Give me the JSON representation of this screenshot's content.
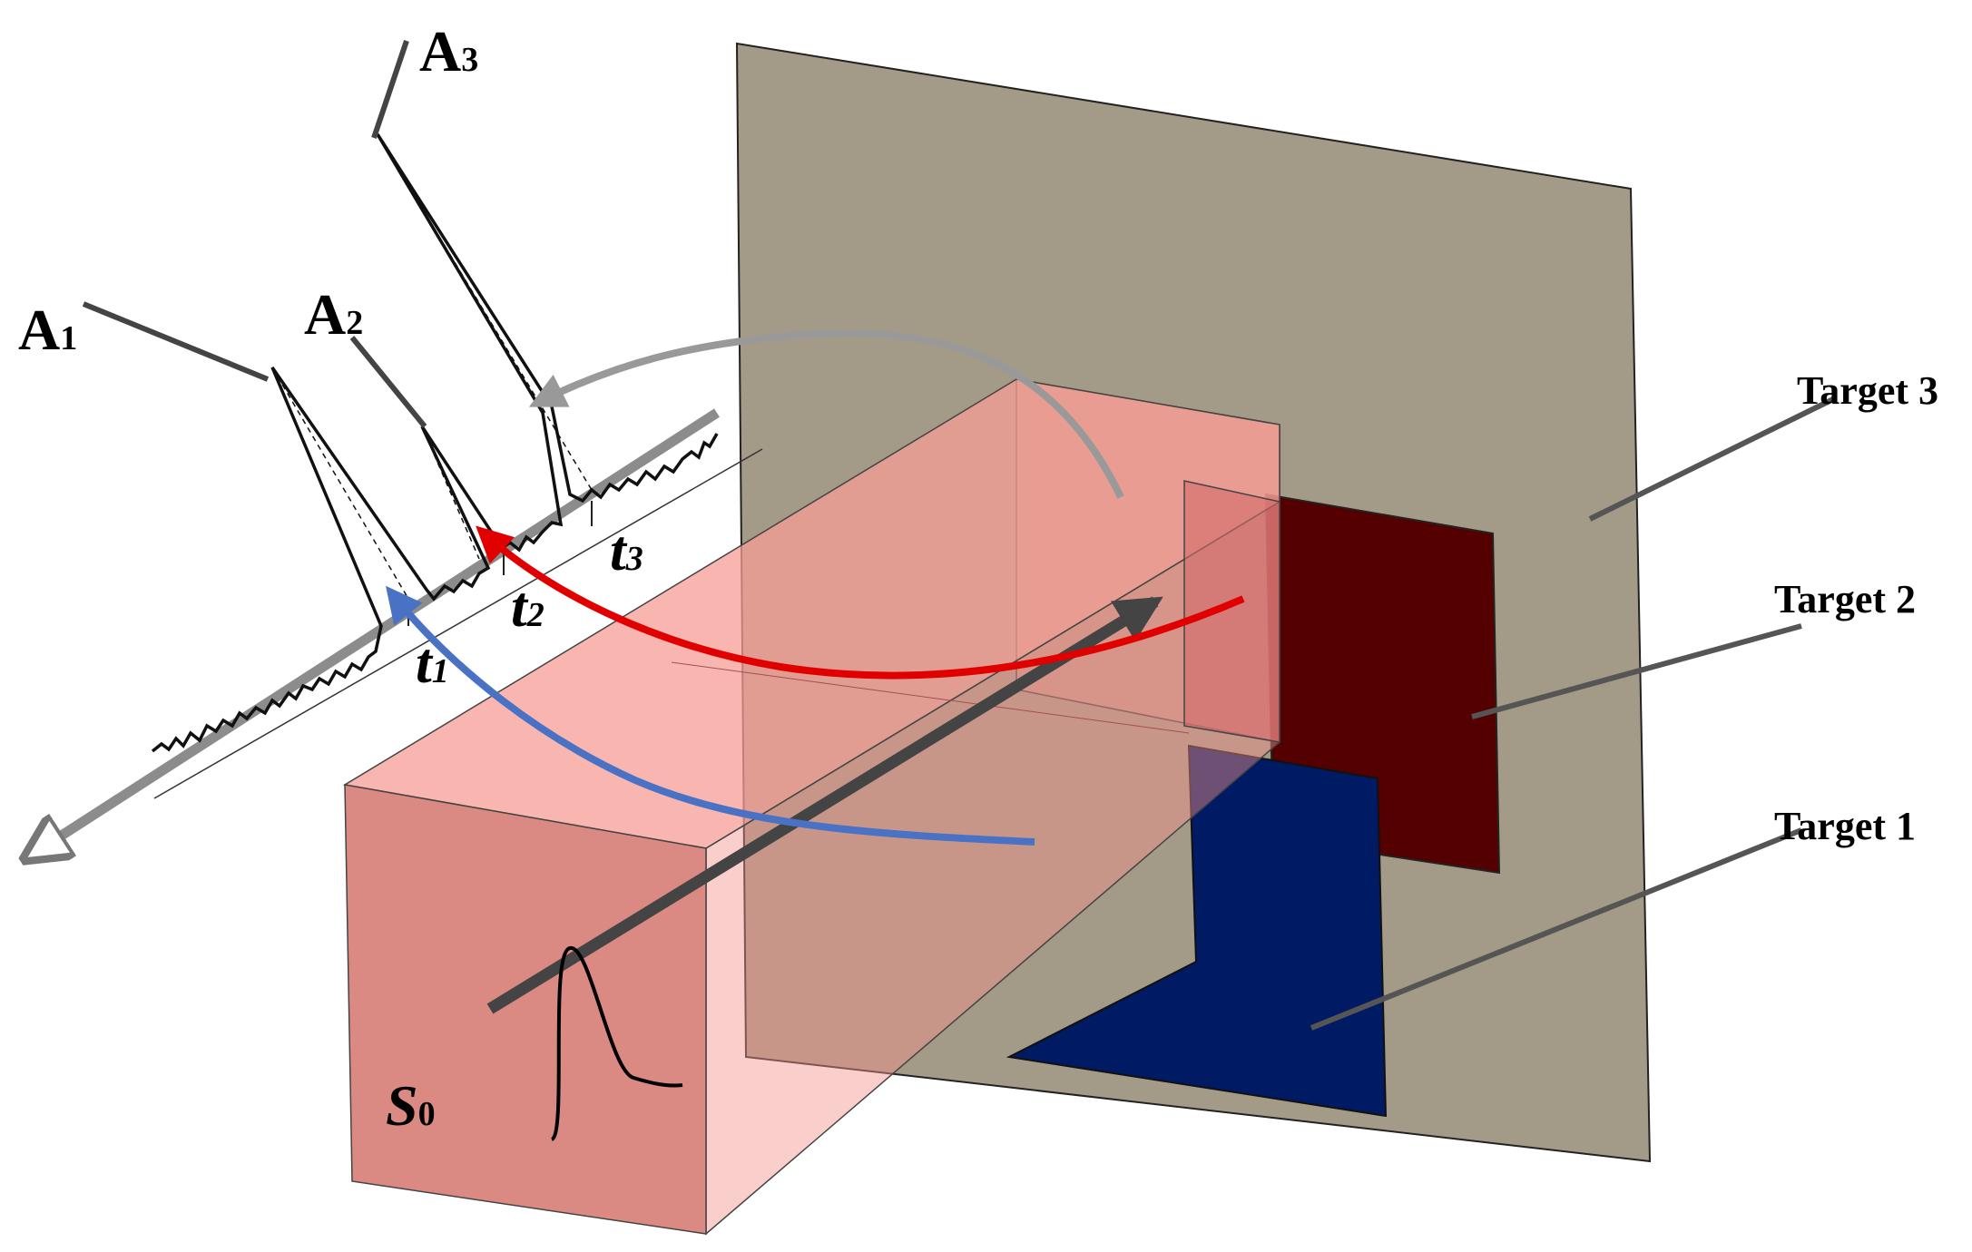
{
  "labels": {
    "target1": "Target 1",
    "target2": "Target 2",
    "target3": "Target 3",
    "source_main": "S",
    "source_sub": "0"
  },
  "peaks": [
    {
      "main": "A",
      "sub": "1",
      "time_main": "t",
      "time_sub": "1"
    },
    {
      "main": "A",
      "sub": "2",
      "time_main": "t",
      "time_sub": "2"
    },
    {
      "main": "A",
      "sub": "3",
      "time_main": "t",
      "time_sub": "3"
    }
  ],
  "colors": {
    "target1": "#001a63",
    "target2": "#540000",
    "target3": "#a49a88",
    "beam": "#f4938c",
    "arrow_target1": "#4a72c4",
    "arrow_target2": "#e00000",
    "arrow_target3": "#999999",
    "axis": "#8c8c8c"
  }
}
